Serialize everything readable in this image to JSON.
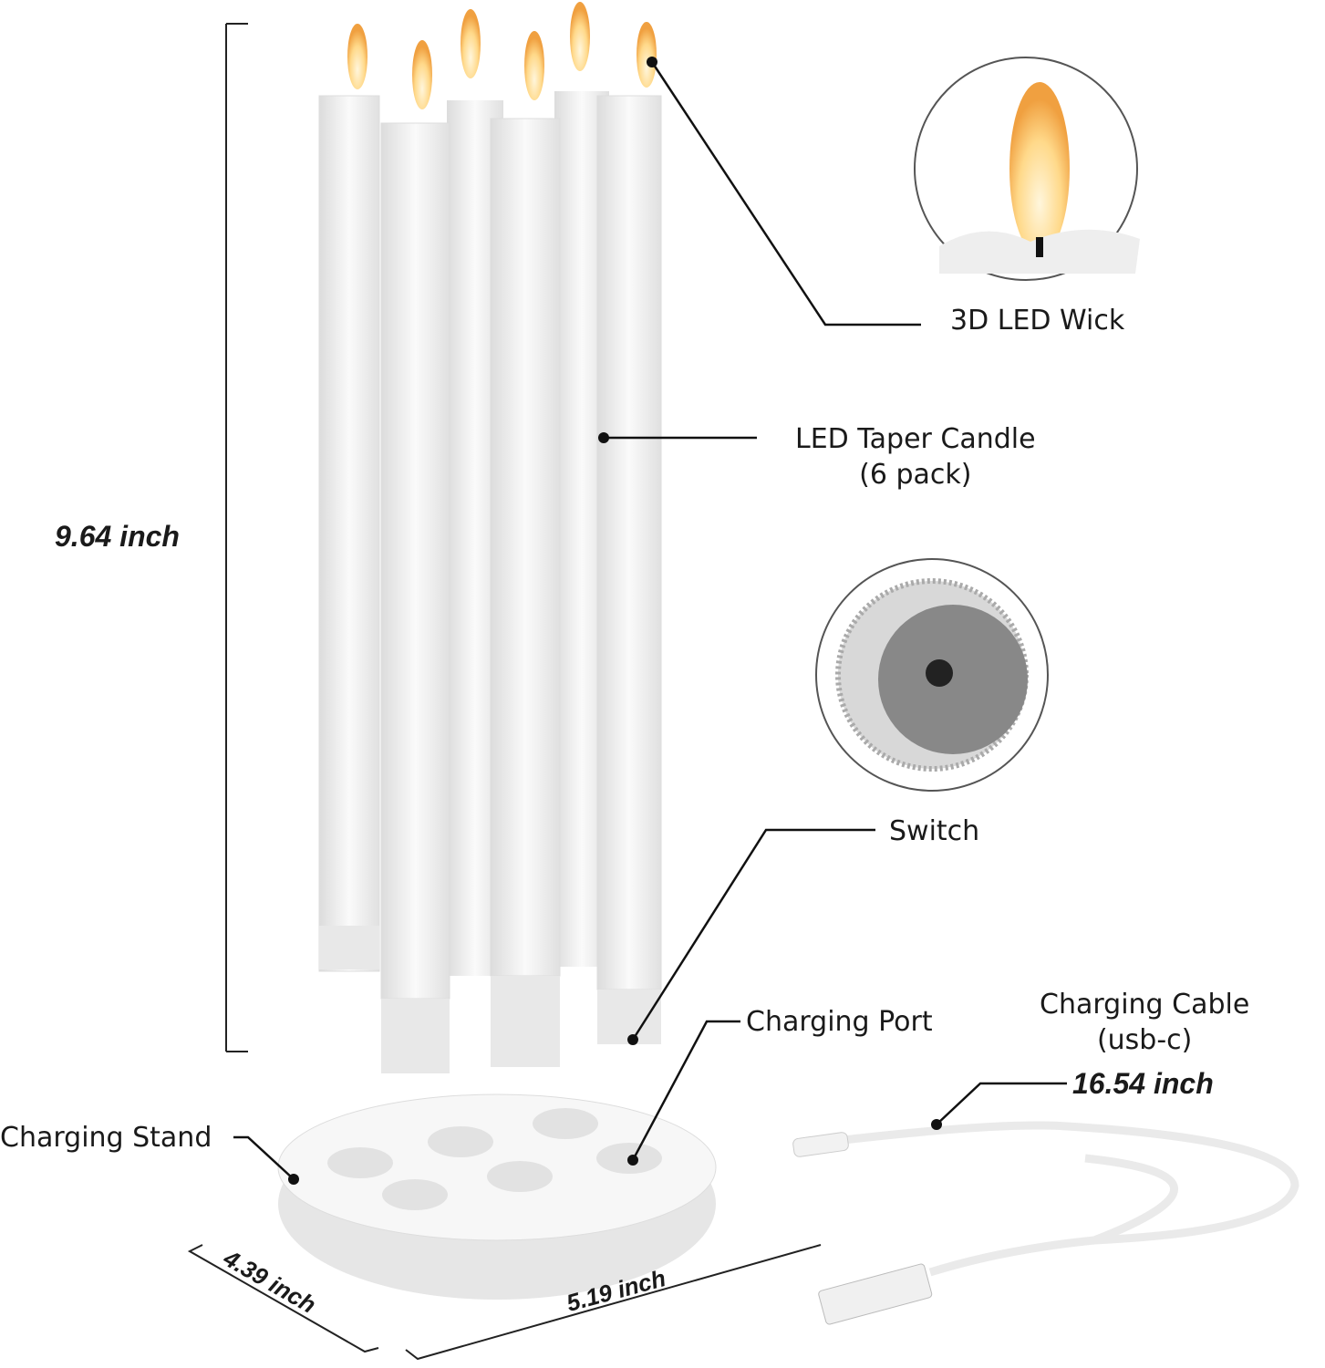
{
  "labels": {
    "wick": "3D LED Wick",
    "candle_line1": "LED Taper Candle",
    "candle_line2": "(6 pack)",
    "switch": "Switch",
    "charging_port": "Charging Port",
    "charging_stand": "Charging Stand",
    "cable_line1": "Charging Cable",
    "cable_line2": "(usb-c)"
  },
  "dimensions": {
    "height": "9.64 inch",
    "cable_length": "16.54 inch",
    "stand_depth": "4.39 inch",
    "stand_width": "5.19 inch"
  },
  "colors": {
    "candle": "#f2f2f2",
    "flame": "#ffd98a",
    "line": "#111111"
  }
}
